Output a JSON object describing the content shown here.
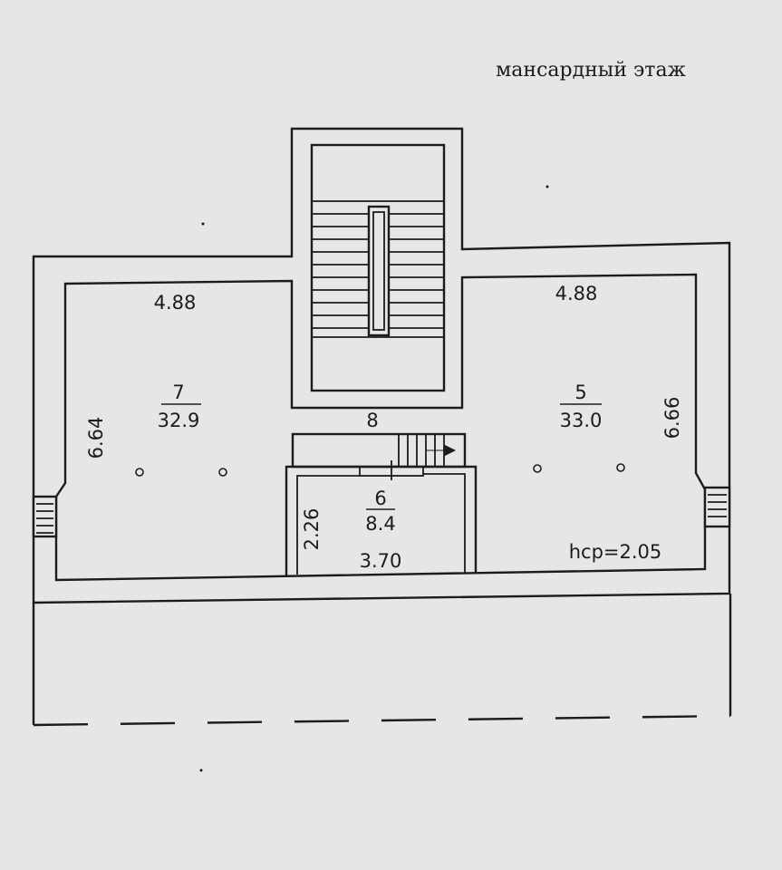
{
  "title": "мансардный этаж",
  "rooms": [
    {
      "number": "7",
      "area": "32.9"
    },
    {
      "number": "5",
      "area": "33.0"
    },
    {
      "number": "6",
      "area": "8.4"
    },
    {
      "number": "8"
    }
  ],
  "dimensions": {
    "left_width": "4.88",
    "right_width": "4.88",
    "left_depth": "6.64",
    "right_depth": "6.66",
    "small_room_depth": "2.26",
    "small_room_width": "3.70"
  },
  "ceiling_height": "hср=2.05"
}
